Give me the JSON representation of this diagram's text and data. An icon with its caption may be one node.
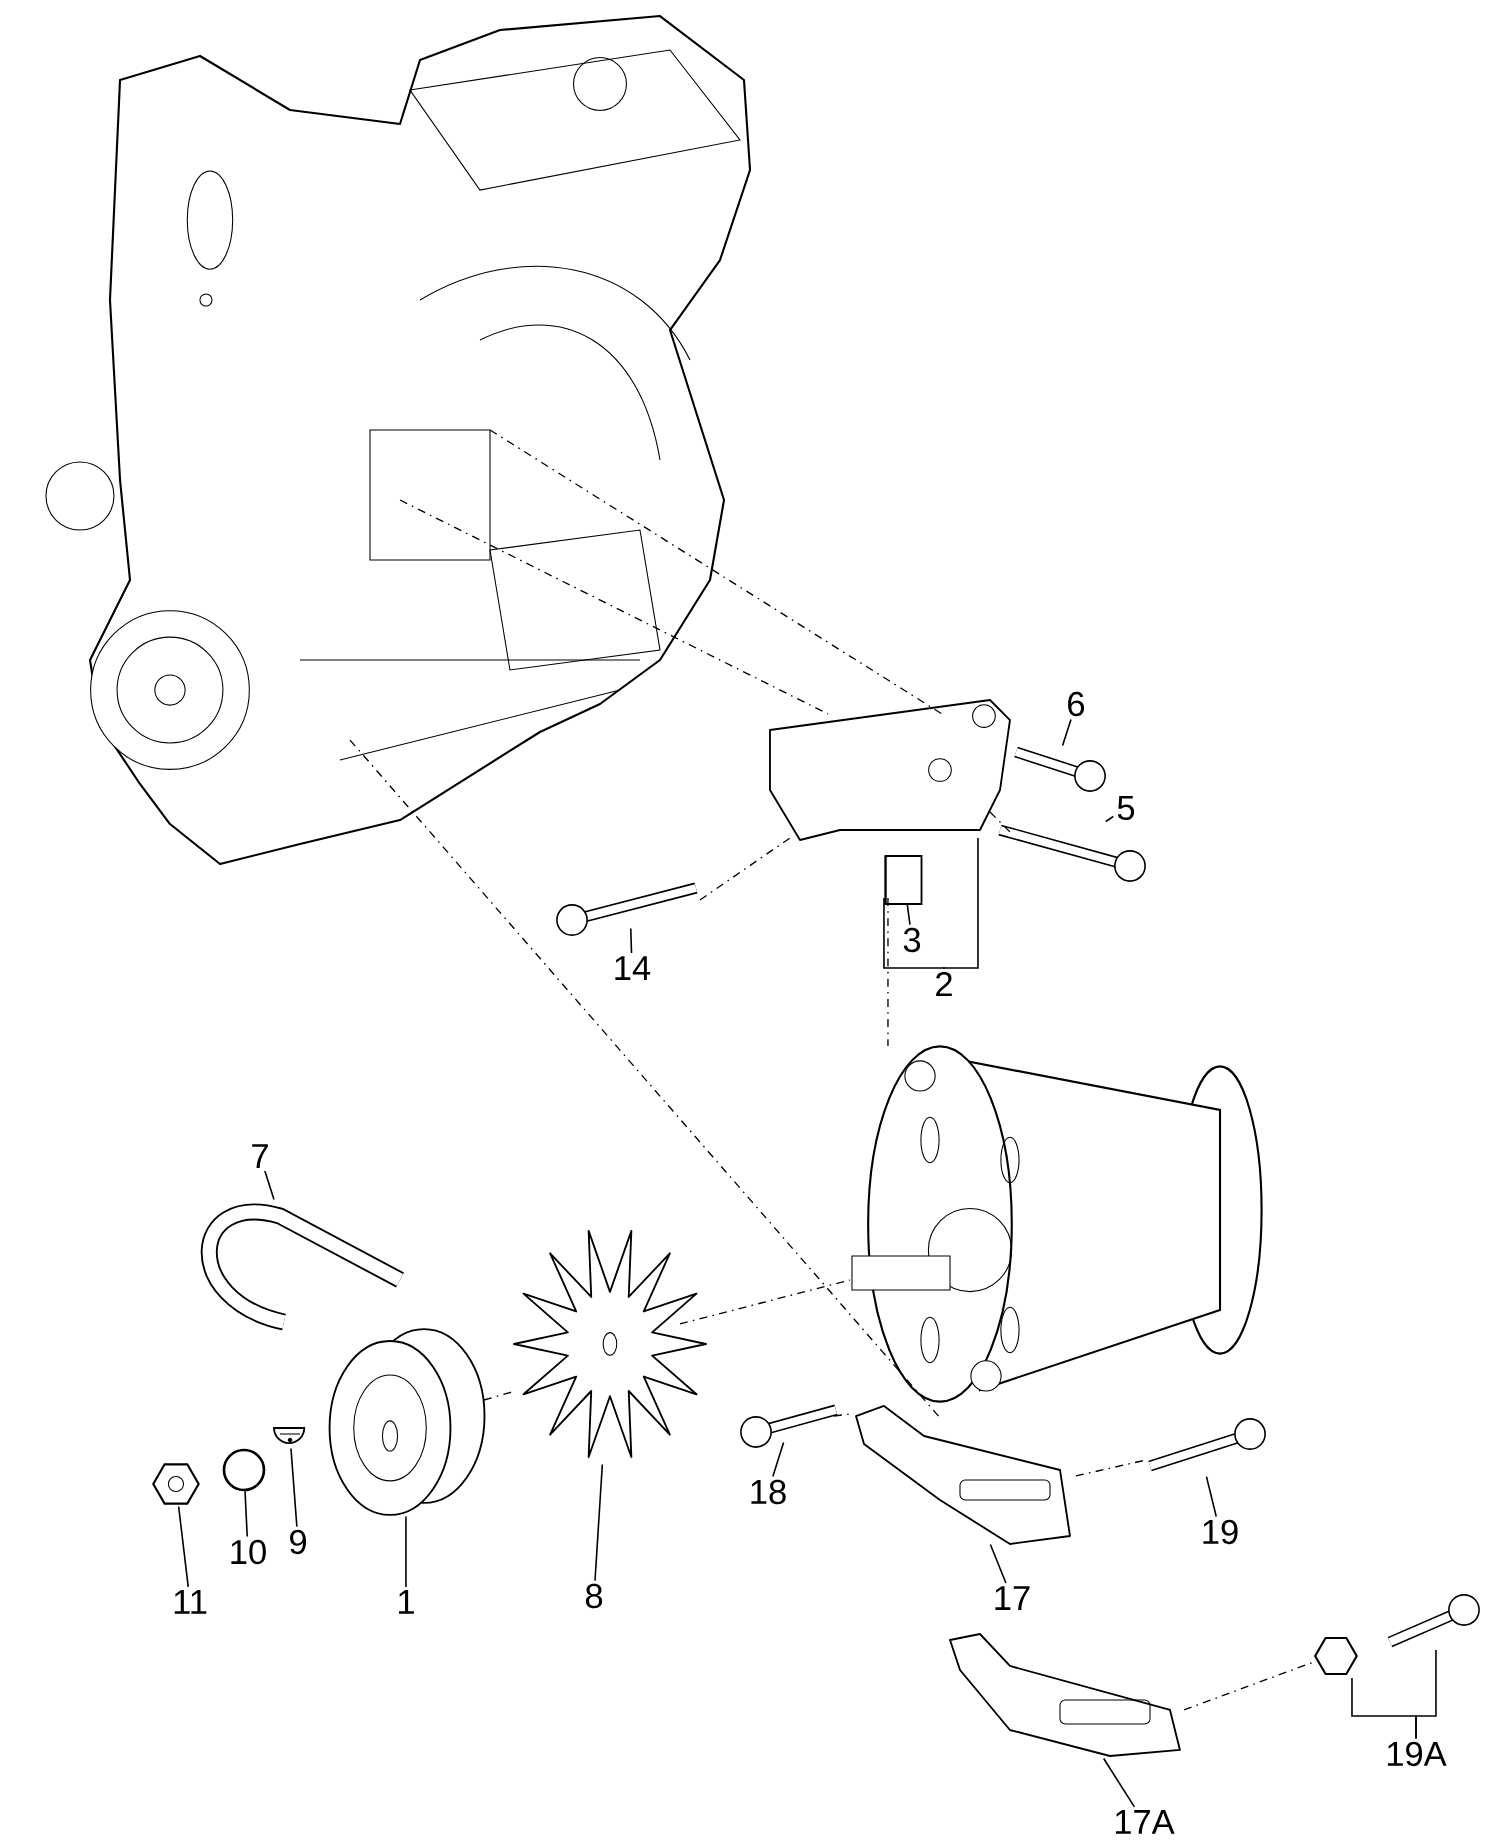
{
  "diagram": {
    "nodes": [
      {
        "text": [
          "6"
        ]
      },
      {
        "text": [
          "5"
        ]
      },
      {
        "text": [
          "3"
        ]
      },
      {
        "text": [
          "14"
        ]
      },
      {
        "text": [
          "2"
        ]
      },
      {
        "text": [
          "7"
        ]
      },
      {
        "text": [
          "18"
        ]
      },
      {
        "text": [
          "19"
        ]
      },
      {
        "text": [
          "9"
        ]
      },
      {
        "text": [
          "10"
        ]
      },
      {
        "text": [
          "8"
        ]
      },
      {
        "text": [
          "17"
        ]
      },
      {
        "text": [
          "1"
        ]
      },
      {
        "text": [
          "11"
        ]
      },
      {
        "text": [
          "19A"
        ]
      },
      {
        "text": [
          "17A"
        ]
      },
      {
        "text": [],
        "shape": "picture"
      },
      {
        "text": [],
        "shape": "picture"
      },
      {
        "text": [],
        "shape": "picture"
      },
      {
        "text": [],
        "shape": "cylinder"
      },
      {
        "text": [],
        "shape": "picture"
      },
      {
        "text": [],
        "shape": "picture"
      },
      {
        "text": [],
        "shape": "picture"
      },
      {
        "text": [],
        "shape": "picture"
      },
      {
        "text": [],
        "shape": "circle"
      },
      {
        "text": [],
        "shape": "picture"
      },
      {
        "text": [],
        "shape": "picture"
      },
      {
        "text": [],
        "shape": "picture"
      },
      {
        "text": [],
        "shape": "picture"
      },
      {
        "text": [],
        "shape": "picture"
      },
      {
        "text": [],
        "shape": "picture"
      },
      {
        "text": [],
        "shape": "picture"
      },
      {
        "text": [],
        "shape": "picture"
      },
      {
        "text": [],
        "shape": "picture"
      },
      {
        "text": [],
        "shape": "picture"
      }
    ],
    "edges": [
      {
        "from": 0,
        "to": 16,
        "arrow": "none"
      },
      {
        "from": 1,
        "to": 18,
        "arrow": "none"
      },
      {
        "from": 2,
        "to": 19,
        "arrow": "none"
      },
      {
        "from": 3,
        "to": 20,
        "arrow": "none"
      },
      {
        "from": 4,
        "to": 17,
        "arrow": "none"
      },
      {
        "from": 4,
        "to": 19,
        "arrow": "none"
      },
      {
        "from": 5,
        "to": 21,
        "arrow": "none"
      },
      {
        "from": 6,
        "to": 27,
        "arrow": "none"
      },
      {
        "from": 7,
        "to": 29,
        "arrow": "none"
      },
      {
        "from": 8,
        "to": 23,
        "arrow": "none"
      },
      {
        "from": 9,
        "to": 24,
        "arrow": "none"
      },
      {
        "from": 10,
        "to": 26,
        "arrow": "none"
      },
      {
        "from": 11,
        "to": 28,
        "arrow": "none"
      },
      {
        "from": 12,
        "to": 22,
        "arrow": "none"
      },
      {
        "from": 13,
        "to": 25,
        "arrow": "none"
      },
      {
        "from": 14,
        "to": 31,
        "arrow": "none"
      },
      {
        "from": 14,
        "to": 32,
        "arrow": "none"
      },
      {
        "from": 15,
        "to": 30,
        "arrow": "none"
      },
      {
        "from": 33,
        "to": 17,
        "arrow": "none",
        "style": "dashed"
      },
      {
        "from": 33,
        "to": 17,
        "arrow": "none",
        "style": "dashed"
      },
      {
        "from": 17,
        "to": 18,
        "arrow": "none",
        "style": "dashed"
      },
      {
        "from": 20,
        "to": 17,
        "arrow": "none",
        "style": "dashed"
      },
      {
        "from": 19,
        "to": 34,
        "arrow": "none",
        "style": "dashed"
      },
      {
        "from": 33,
        "to": 28,
        "arrow": "none",
        "style": "dashed"
      },
      {
        "from": 22,
        "to": 26,
        "arrow": "none",
        "style": "dashed"
      },
      {
        "from": 26,
        "to": 34,
        "arrow": "none",
        "style": "dashed"
      },
      {
        "from": 27,
        "to": 28,
        "arrow": "none",
        "style": "dashed"
      },
      {
        "from": 28,
        "to": 29,
        "arrow": "none",
        "style": "dashed"
      },
      {
        "from": 30,
        "to": 31,
        "arrow": "none",
        "style": "dashed"
      }
    ]
  }
}
